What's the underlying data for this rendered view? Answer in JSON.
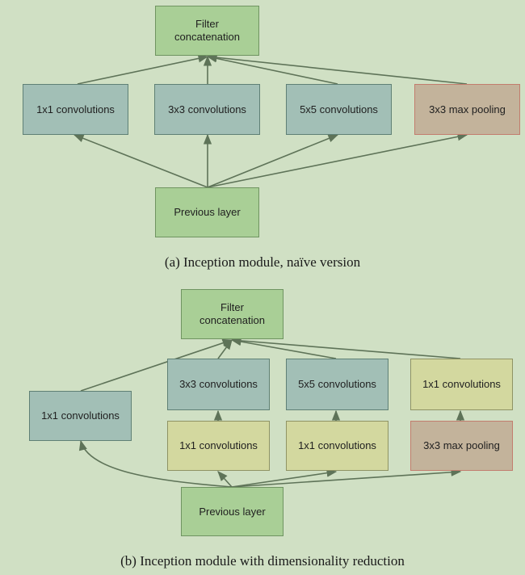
{
  "diagram_a": {
    "filter": "Filter\nconcatenation",
    "conv1x1": "1x1 convolutions",
    "conv3x3": "3x3 convolutions",
    "conv5x5": "5x5 convolutions",
    "maxpool": "3x3 max pooling",
    "previous": "Previous layer",
    "caption": "(a)  Inception module, naïve version"
  },
  "diagram_b": {
    "filter": "Filter\nconcatenation",
    "conv1x1_left": "1x1 convolutions",
    "conv3x3": "3x3 convolutions",
    "conv5x5": "5x5 convolutions",
    "conv1x1_after_pool": "1x1 convolutions",
    "conv1x1_reduce_3x3": "1x1 convolutions",
    "conv1x1_reduce_5x5": "1x1 convolutions",
    "maxpool": "3x3 max pooling",
    "previous": "Previous layer",
    "caption": "(b)  Inception module with dimensionality reduction"
  },
  "colors": {
    "background": "#d0e0c4",
    "green_box": "#a9cf96",
    "blue_box": "#a2bfb6",
    "yellow_box": "#d3d89f",
    "tan_box": "#c3b39b",
    "arrow": "#5e7358"
  }
}
